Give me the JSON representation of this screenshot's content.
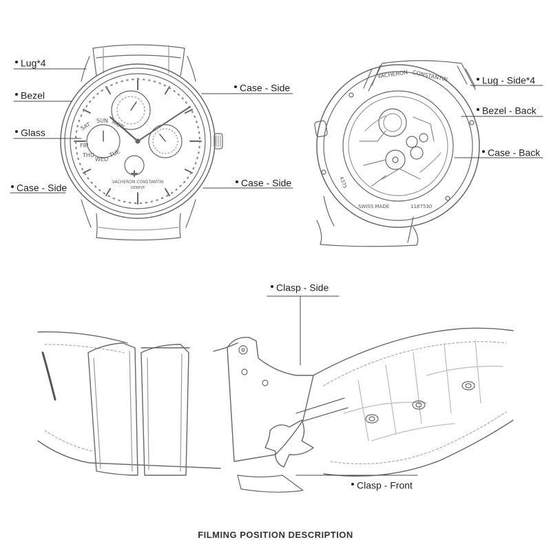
{
  "labels": {
    "lug4": "Lug*4",
    "bezel": "Bezel",
    "glass": "Glass",
    "case_side_left": "Case - Side",
    "case_side_top": "Case - Side",
    "case_side_mid": "Case - Side",
    "lug_side4": "Lug - Side*4",
    "bezel_back": "Bezel - Back",
    "case_back": "Case - Back",
    "clasp_side": "Clasp - Side",
    "clasp_front": "Clasp - Front"
  },
  "dial": {
    "days": [
      "SAT",
      "SUN",
      "MON",
      "FRI",
      "THU",
      "WED",
      "TUE"
    ],
    "brand": "VACHERON CONSTANTIN",
    "city": "GENEVE"
  },
  "caseback": {
    "brand": "VACHERON",
    "brand2": "CONSTANTIN",
    "made": "SWISS MADE",
    "serial": "1187530",
    "ref": "4375"
  },
  "title": "FILMING POSITION DESCRIPTION"
}
